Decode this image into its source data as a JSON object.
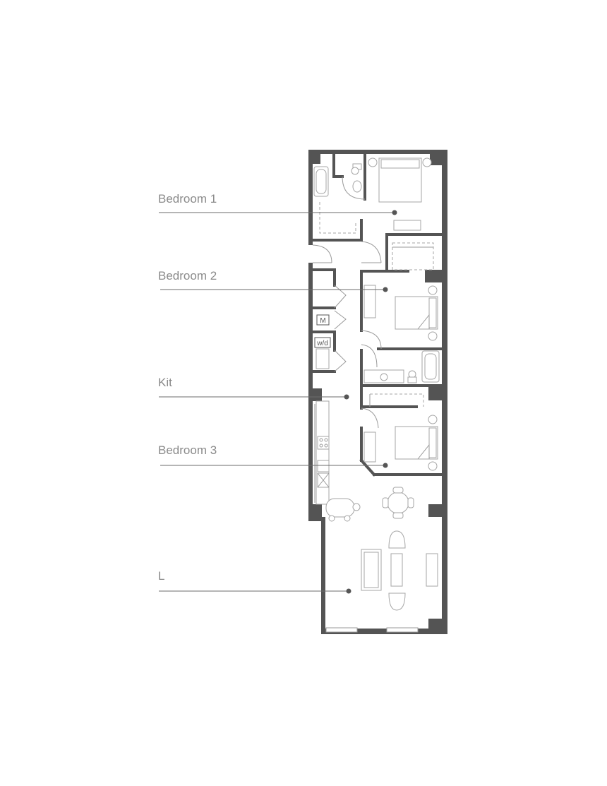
{
  "rooms": [
    {
      "key": "bedroom1",
      "label": "Bedroom 1"
    },
    {
      "key": "bedroom2",
      "label": "Bedroom 2"
    },
    {
      "key": "kit",
      "label": "Kit"
    },
    {
      "key": "bedroom3",
      "label": "Bedroom 3"
    },
    {
      "key": "living",
      "label": "L"
    }
  ],
  "tags": {
    "mechanical": "M",
    "washer_dryer": "w/d"
  },
  "colors": {
    "wall": "#545454",
    "label": "#8a8a8a",
    "leader": "#6b6b6b",
    "furniture": "#a5a5a5"
  }
}
